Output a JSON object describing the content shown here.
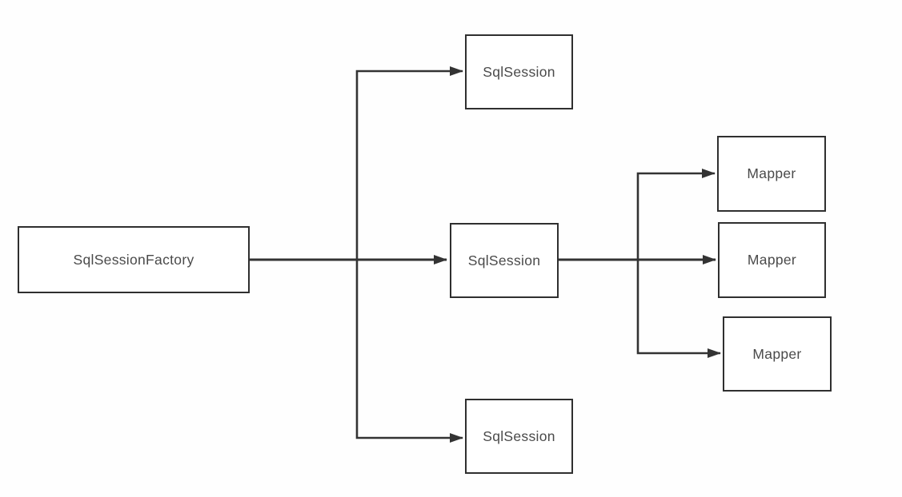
{
  "colors": {
    "background": "#fefefe",
    "line": "#333333",
    "box_border": "#2f2f2f",
    "box_fill": "#ffffff",
    "text": "#4a4a4a"
  },
  "diagram": {
    "type": "flow-diagram",
    "nodes": {
      "factory": {
        "label": "SqlSessionFactory"
      },
      "session_top": {
        "label": "SqlSession"
      },
      "session_mid": {
        "label": "SqlSession"
      },
      "session_bottom": {
        "label": "SqlSession"
      },
      "mapper_top": {
        "label": "Mapper"
      },
      "mapper_mid": {
        "label": "Mapper"
      },
      "mapper_bottom": {
        "label": "Mapper"
      }
    },
    "edges": [
      {
        "from": "SqlSessionFactory",
        "to": "SqlSession (top)"
      },
      {
        "from": "SqlSessionFactory",
        "to": "SqlSession (middle)"
      },
      {
        "from": "SqlSessionFactory",
        "to": "SqlSession (bottom)"
      },
      {
        "from": "SqlSession (middle)",
        "to": "Mapper (top)"
      },
      {
        "from": "SqlSession (middle)",
        "to": "Mapper (middle)"
      },
      {
        "from": "SqlSession (middle)",
        "to": "Mapper (bottom)"
      }
    ]
  }
}
